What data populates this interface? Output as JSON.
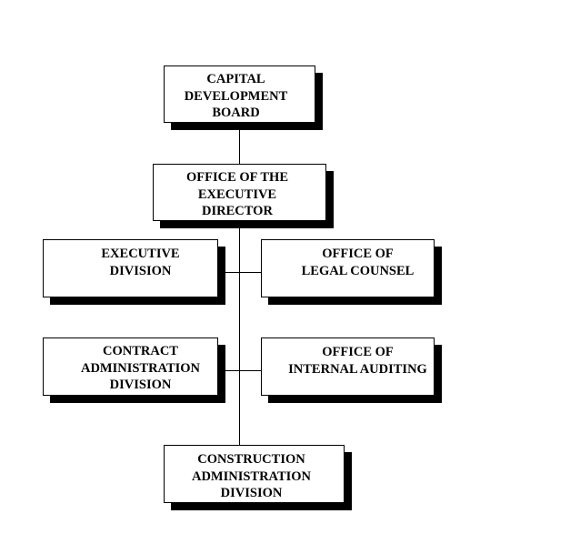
{
  "chart": {
    "boxes": {
      "board": "CAPITAL\nDEVELOPMENT\nBOARD",
      "executive_director": "OFFICE OF THE\nEXECUTIVE\nDIRECTOR",
      "executive_division": "EXECUTIVE\nDIVISION",
      "legal_counsel": "OFFICE OF\nLEGAL COUNSEL",
      "contract_administration": "CONTRACT\nADMINISTRATION\nDIVISION",
      "internal_auditing": "OFFICE OF\nINTERNAL AUDITING",
      "construction_administration": "CONSTRUCTION\nADMINISTRATION\nDIVISION"
    }
  }
}
